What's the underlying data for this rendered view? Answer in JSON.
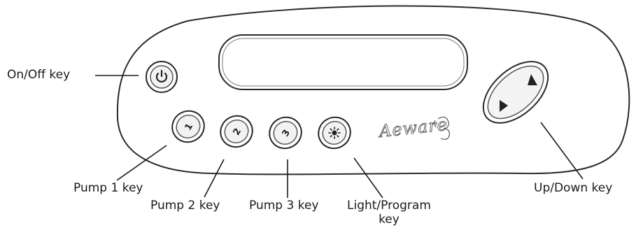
{
  "labels": {
    "on_off": "On/Off key",
    "pump1": "Pump 1 key",
    "pump2": "Pump 2 key",
    "pump3": "Pump 3 key",
    "light_program_line1": "Light/Program",
    "light_program_line2": "key",
    "up_down": "Up/Down key"
  },
  "keys": {
    "pump1_glyph": "1",
    "pump2_glyph": "2",
    "pump3_glyph": "3"
  },
  "brand": "Aeware",
  "icons": [
    "power-icon",
    "sun-icon",
    "triangle-up-icon",
    "triangle-down-icon"
  ]
}
